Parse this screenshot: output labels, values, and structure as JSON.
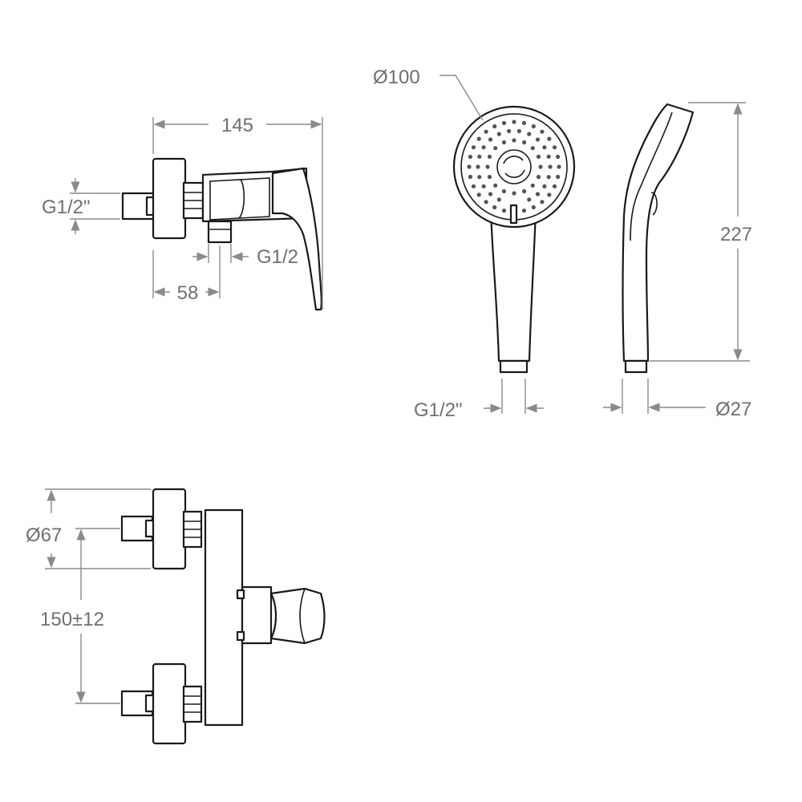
{
  "side_view": {
    "width_label": "145",
    "inlet_label": "G1/2\"",
    "outlet_label": "G1/2",
    "offset_label": "58"
  },
  "hand_shower": {
    "diameter_label": "Ø100",
    "length_label": "227",
    "connection_label": "G1/2\"",
    "handle_diameter_label": "Ø27"
  },
  "front_view": {
    "escutcheon_label": "Ø67",
    "centers_label": "150±12"
  }
}
